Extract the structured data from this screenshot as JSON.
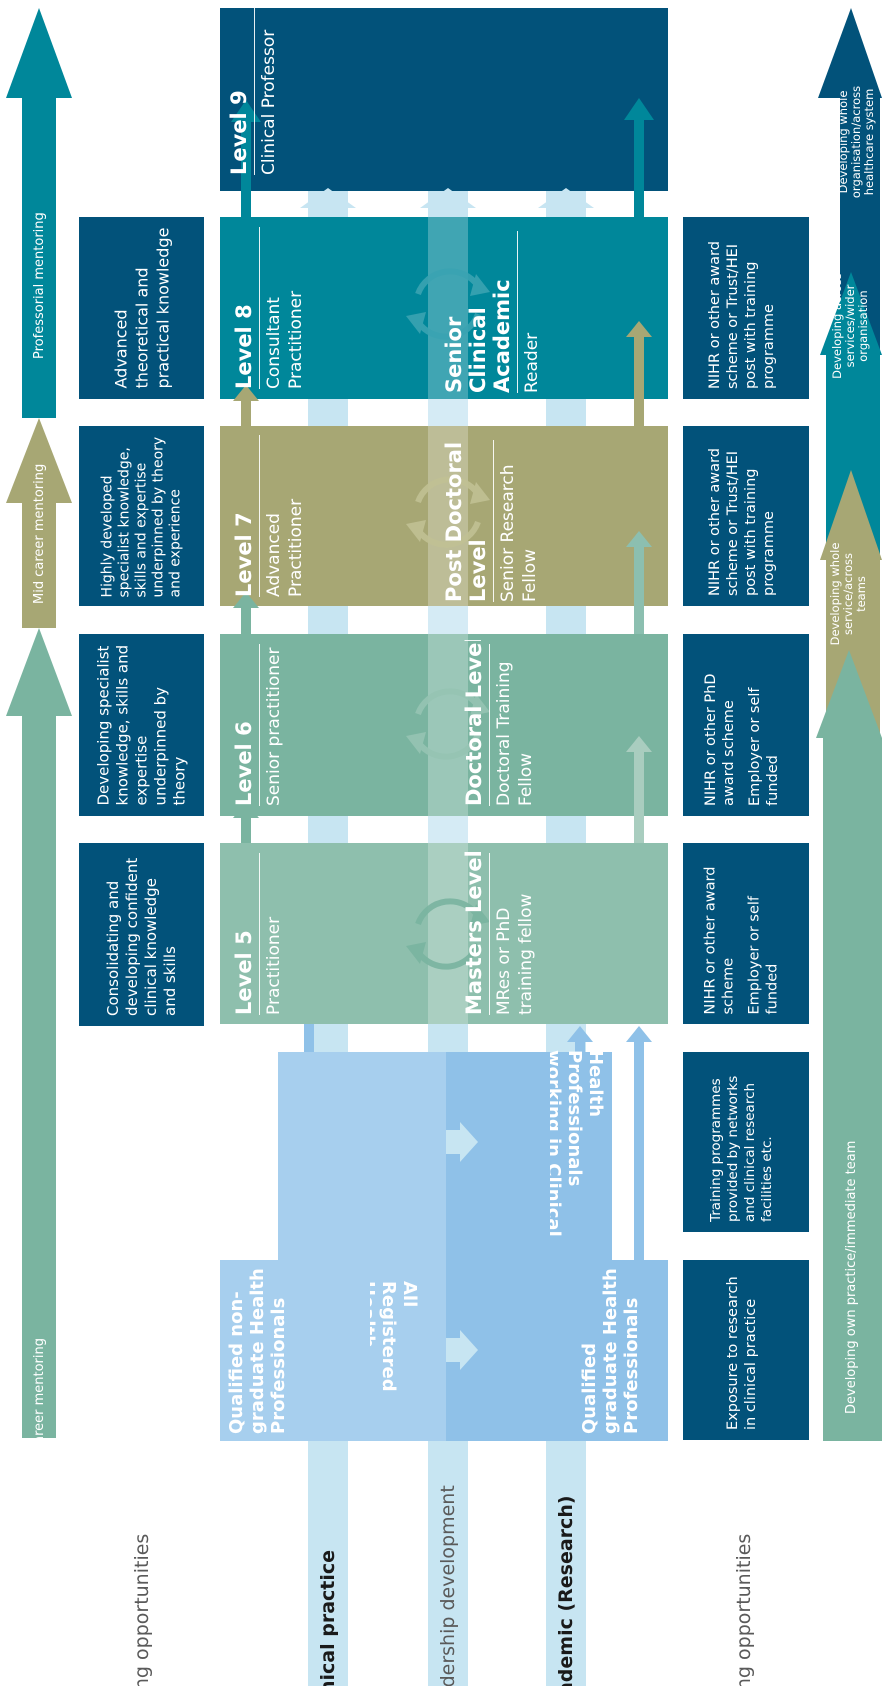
{
  "colors": {
    "navy": "#02527a",
    "teal": "#00879a",
    "olive": "#a7a774",
    "sage": "#7ab4a0",
    "sage_light": "#8ebfad",
    "light_blue": "#8fc1e8",
    "track_blue": "#c7e5f2",
    "text_grey": "#5a5a5a"
  },
  "side_labels": {
    "left_top": "Training opportunities",
    "clinical": "Clinical practice",
    "leadership": "Leadership development",
    "academic": "Academic (Research)",
    "left_bottom": "Training opportunities"
  },
  "mentoring": {
    "early": "Early career mentoring",
    "mid": "Mid career mentoring",
    "professorial": "Professorial mentoring"
  },
  "entry": {
    "non_graduate": "Qualified non-graduate Health Professionals",
    "all_registered": "All Registered Health Professionals",
    "graduate": "Qualified graduate Health Professionals",
    "research_environment": "Health Professionals working in Clinical Research Environment"
  },
  "levels": [
    {
      "clinical_head": "Level 5",
      "clinical_role": "Practitioner",
      "academic_head": "Masters Level",
      "academic_role": "MRes or PhD training fellow"
    },
    {
      "clinical_head": "Level 6",
      "clinical_role": "Senior practitioner",
      "academic_head": "Doctoral Level",
      "academic_role": "Doctoral Training Fellow"
    },
    {
      "clinical_head": "Level 7",
      "clinical_role": "Advanced Practitioner",
      "academic_head": "Post Doctoral Level",
      "academic_role": "Senior Research Fellow"
    },
    {
      "clinical_head": "Level 8",
      "clinical_role": "Consultant Practitioner",
      "academic_head": "Senior Clinical Academic",
      "academic_role": "Reader"
    },
    {
      "clinical_head": "Level 9",
      "clinical_role": "Clinical Professor"
    }
  ],
  "descriptions": [
    "Consolidating and developing confident clinical knowledge and skills",
    "Developing specialist knowledge, skills and expertise underpinned by theory",
    "Highly developed specialist knowledge, skills and expertise underpinned by theory and experience",
    "Advanced theoretical and practical knowledge"
  ],
  "training": {
    "exposure": "Exposure to research in clinical practice",
    "networks": "Training programmes provided by networks and clinical research facilities etc.",
    "level5_a": "NIHR or other award scheme",
    "level5_b": "Employer or self funded",
    "level6_a": "NIHR or other PhD award scheme",
    "level6_b": "Employer or self funded",
    "level7": "NIHR or other award scheme or Trust/HEI post with training programme",
    "level8": "NIHR or other award scheme or Trust/HEI post with training programme"
  },
  "development": {
    "own_practice": "Developing own practice/immediate team",
    "whole_service": "Developing whole service/across teams",
    "across_services": "Developing across services/wider organisation",
    "whole_organisation": "Developing whole organisation/across healthcare system"
  }
}
